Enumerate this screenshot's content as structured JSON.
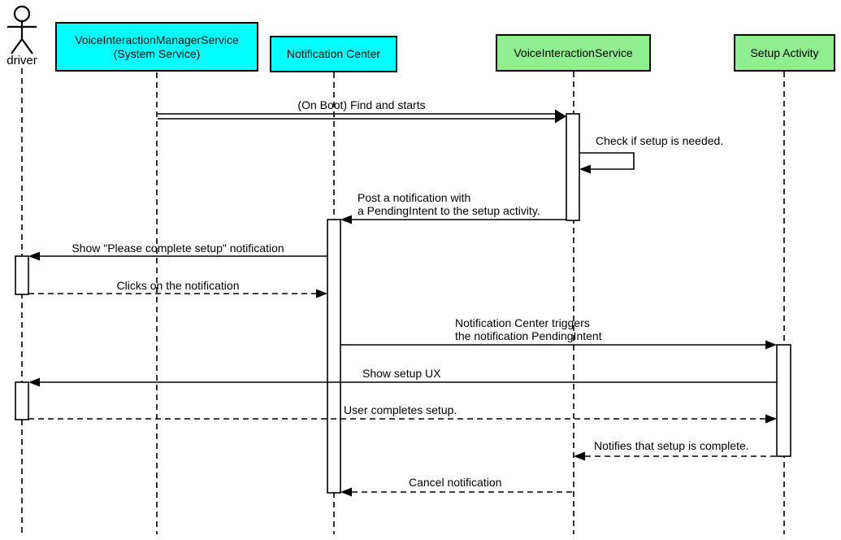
{
  "participants": [
    {
      "id": "driver",
      "label": "driver",
      "type": "actor"
    },
    {
      "id": "voice-interaction-manager-service",
      "type": "box",
      "fill": "#00ffff",
      "lines": [
        "VoiceInteractionManagerService",
        "(System Service)"
      ]
    },
    {
      "id": "notification-center",
      "type": "box",
      "fill": "#00ffff",
      "label": "Notification Center"
    },
    {
      "id": "voice-interaction-service",
      "type": "box",
      "fill": "#90ee90",
      "label": "VoiceInteractionService"
    },
    {
      "id": "setup-activity",
      "type": "box",
      "fill": "#90ee90",
      "label": "Setup Activity"
    }
  ],
  "messages": [
    {
      "from": "voice-interaction-manager-service",
      "to": "voice-interaction-service",
      "line": "solid",
      "label": "(On Boot) Find and starts"
    },
    {
      "from": "voice-interaction-service",
      "to": "voice-interaction-service",
      "line": "solid",
      "self_message": true,
      "label": "Check if setup is needed."
    },
    {
      "from": "voice-interaction-service",
      "to": "notification-center",
      "line": "solid",
      "lines": [
        "Post a notification with",
        "a PendingIntent to the setup activity."
      ]
    },
    {
      "from": "notification-center",
      "to": "driver",
      "line": "solid",
      "label": "Show \"Please complete setup\" notification"
    },
    {
      "from": "driver",
      "to": "notification-center",
      "line": "dashed",
      "label": "Clicks on the notification"
    },
    {
      "from": "notification-center",
      "to": "setup-activity",
      "line": "solid",
      "lines": [
        "Notification Center triggers",
        "the notification PendingIntent"
      ]
    },
    {
      "from": "setup-activity",
      "to": "driver",
      "line": "solid",
      "label": "Show setup UX"
    },
    {
      "from": "driver",
      "to": "setup-activity",
      "line": "dashed",
      "label": "User completes setup."
    },
    {
      "from": "setup-activity",
      "to": "voice-interaction-service",
      "line": "dashed",
      "label": "Notifies that setup is complete."
    },
    {
      "from": "voice-interaction-service",
      "to": "notification-center",
      "line": "dashed",
      "label": "Cancel notification"
    }
  ],
  "colors": {
    "participant_cyan": "#00ffff",
    "participant_green": "#90ee90",
    "stroke": "#000000",
    "activation_fill": "#ffffff",
    "background": "#ffffff"
  }
}
